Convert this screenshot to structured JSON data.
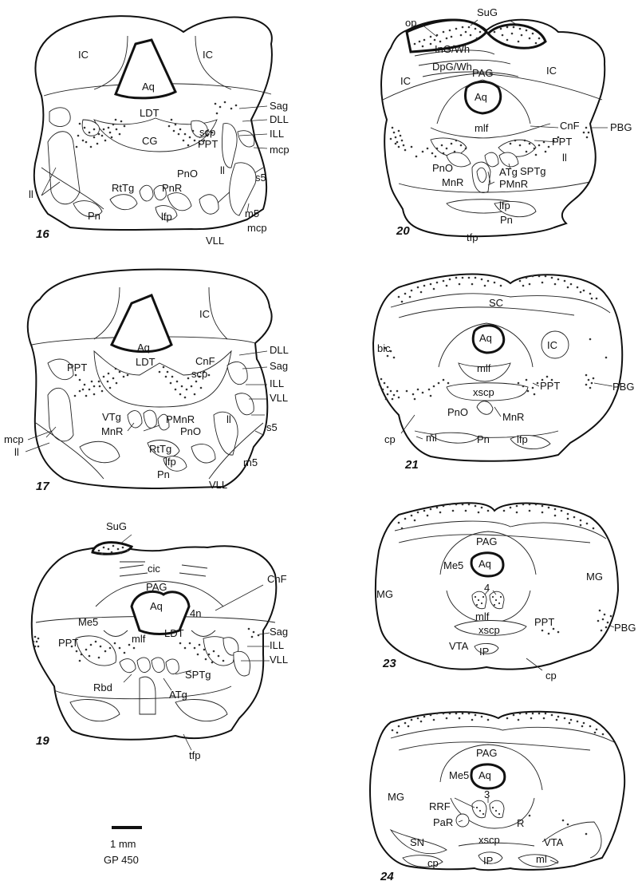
{
  "colors": {
    "outline": "#111111",
    "dots": "#333333",
    "background": "#ffffff"
  },
  "scale": {
    "length_label": "1 mm",
    "animal_label": "GP 450"
  },
  "sections": [
    {
      "id": "16",
      "number": "16",
      "labels": [
        "IC",
        "IC",
        "Aq",
        "LDT",
        "CG",
        "scp",
        "PPT",
        "Sag",
        "DLL",
        "ILL",
        "mcp",
        "s5",
        "ll",
        "ll",
        "PnO",
        "RtTg",
        "PnR",
        "Pn",
        "lfp",
        "m5",
        "mcp",
        "VLL"
      ]
    },
    {
      "id": "17",
      "number": "17",
      "labels": [
        "IC",
        "Aq",
        "LDT",
        "CnF",
        "scp",
        "PPT",
        "DLL",
        "Sag",
        "ILL",
        "VLL",
        "ll",
        "s5",
        "m5",
        "VLL",
        "VTg",
        "PMnR",
        "MnR",
        "PnO",
        "RtTg",
        "lfp",
        "Pn",
        "mcp",
        "ll"
      ]
    },
    {
      "id": "19",
      "number": "19",
      "labels": [
        "SuG",
        "cic",
        "PAG",
        "Aq",
        "4n",
        "Me5",
        "LDT",
        "mlf",
        "PPT",
        "CnF",
        "Sag",
        "ILL",
        "VLL",
        "SPTg",
        "ATg",
        "Rbd",
        "tfp"
      ]
    },
    {
      "id": "20",
      "number": "20",
      "labels": [
        "op",
        "SuG",
        "InG/Wh",
        "DpG/Wh",
        "PAG",
        "Aq",
        "IC",
        "IC",
        "mlf",
        "CnF",
        "PBG",
        "PPT",
        "ll",
        "ATg",
        "SPTg",
        "PnO",
        "MnR",
        "PMnR",
        "lfp",
        "Pn",
        "tfp"
      ]
    },
    {
      "id": "21",
      "number": "21",
      "labels": [
        "SC",
        "Aq",
        "IC",
        "bic",
        "mlf",
        "PPT",
        "PBG",
        "xscp",
        "PnO",
        "MnR",
        "cp",
        "ml",
        "Pn",
        "lfp"
      ]
    },
    {
      "id": "23",
      "number": "23",
      "labels": [
        "PAG",
        "Aq",
        "Me5",
        "4",
        "MG",
        "MG",
        "mlf",
        "PPT",
        "PBG",
        "xscp",
        "VTA",
        "IP",
        "cp"
      ]
    },
    {
      "id": "24",
      "number": "24",
      "labels": [
        "PAG",
        "Aq",
        "Me5",
        "3",
        "MG",
        "RRF",
        "PaR",
        "R",
        "SN",
        "xscp",
        "VTA",
        "cp",
        "IP",
        "ml"
      ]
    }
  ]
}
